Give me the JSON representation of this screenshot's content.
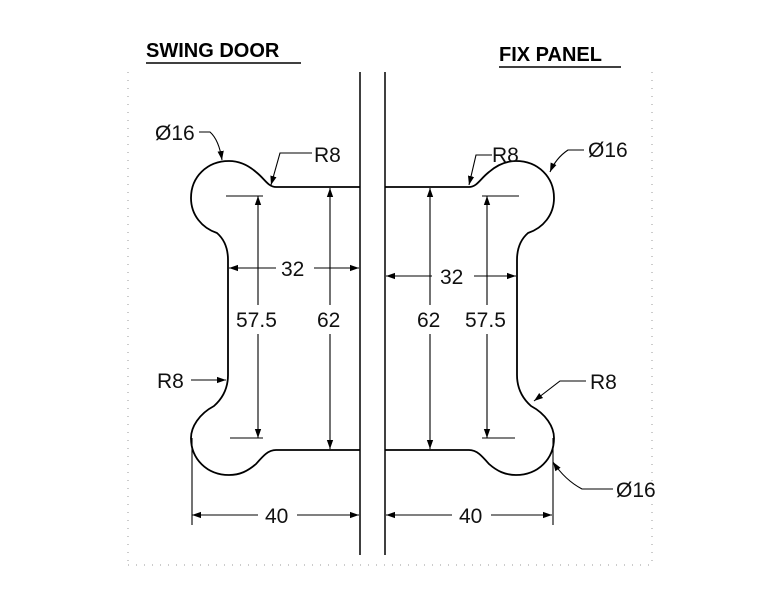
{
  "titles": {
    "left": "SWING DOOR",
    "right": "FIX PANEL"
  },
  "swing_door": {
    "diameter_top": "Ø16",
    "radius_top": "R8",
    "radius_bottom": "R8",
    "width_inner": "32",
    "height_inner": "57.5",
    "height_outer": "62",
    "width_outer": "40"
  },
  "fix_panel": {
    "diameter_top": "Ø16",
    "radius_top": "R8",
    "radius_bottom": "R8",
    "diameter_bottom": "Ø16",
    "width_inner": "32",
    "height_inner": "57.5",
    "height_outer": "62",
    "width_outer": "40"
  }
}
